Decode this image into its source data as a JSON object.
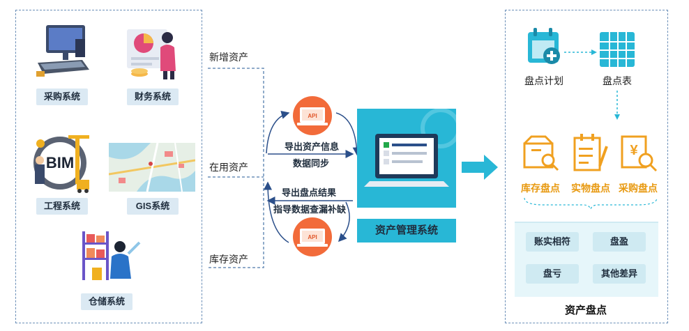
{
  "systems": {
    "purchase": "采购系统",
    "finance": "财务系统",
    "engineering": "工程系统",
    "gis": "GIS系统",
    "warehouse": "仓储系统",
    "bim_text": "BIM"
  },
  "flows": {
    "new_assets": "新增资产",
    "in_use_assets": "在用资产",
    "stock_assets": "库存资产"
  },
  "center": {
    "export_info": "导出资产信息",
    "data_sync": "数据同步",
    "export_result": "导出盘点结果",
    "guide_fill": "指导数据查漏补缺",
    "api_top": "API",
    "api_bottom": "API",
    "system_name": "资产管理系统"
  },
  "right": {
    "plan": "盘点计划",
    "table": "盘点表",
    "stock_check": "库存盘点",
    "physical_check": "实物盘点",
    "purchase_check": "采购盘点",
    "results": [
      "账实相符",
      "盘盈",
      "盘亏",
      "其他差异"
    ],
    "title": "资产盘点"
  },
  "colors": {
    "accent_cyan": "#28b7d6",
    "orange": "#f0a020",
    "panel_border": "#6b8fb8",
    "label_bg": "#dbe9f3",
    "result_bg": "#e6f6fa"
  }
}
